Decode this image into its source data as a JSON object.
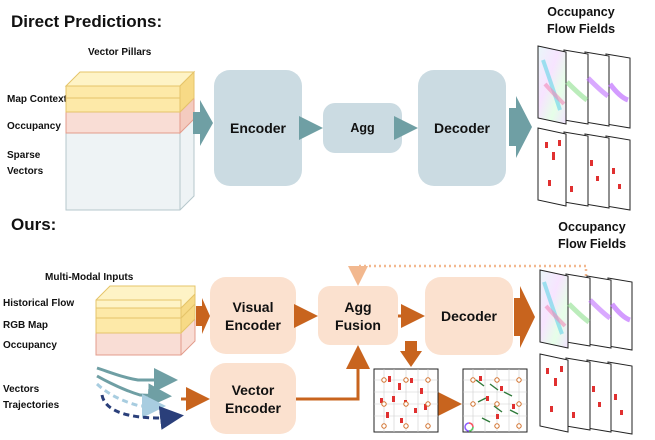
{
  "top": {
    "title": "Direct Predictions:",
    "input_title": "Vector Pillars",
    "inputs": [
      "Map Context",
      "Occupancy",
      "Sparse",
      "Vectors"
    ],
    "encoder": "Encoder",
    "agg": "Agg",
    "decoder": "Decoder",
    "output_line1": "Occupancy",
    "output_line2": "Flow Fields"
  },
  "bottom": {
    "title": "Ours:",
    "input_title": "Multi-Modal Inputs",
    "inputs": [
      "Historical Flow",
      "RGB Map",
      "Occupancy",
      "Vectors",
      "Trajectories"
    ],
    "visual_encoder_l1": "Visual",
    "visual_encoder_l2": "Encoder",
    "vector_encoder_l1": "Vector",
    "vector_encoder_l2": "Encoder",
    "agg_fusion_l1": "Agg",
    "agg_fusion_l2": "Fusion",
    "decoder": "Decoder",
    "output_line1": "Occupancy",
    "output_line2": "Flow Fields"
  },
  "colors": {
    "top_block": "#cbdbe2",
    "top_arrow": "#6f9fa4",
    "bottom_block": "#fbe1cf",
    "bottom_arrow": "#c8641e",
    "feedback_dotted": "#f2b88f"
  }
}
